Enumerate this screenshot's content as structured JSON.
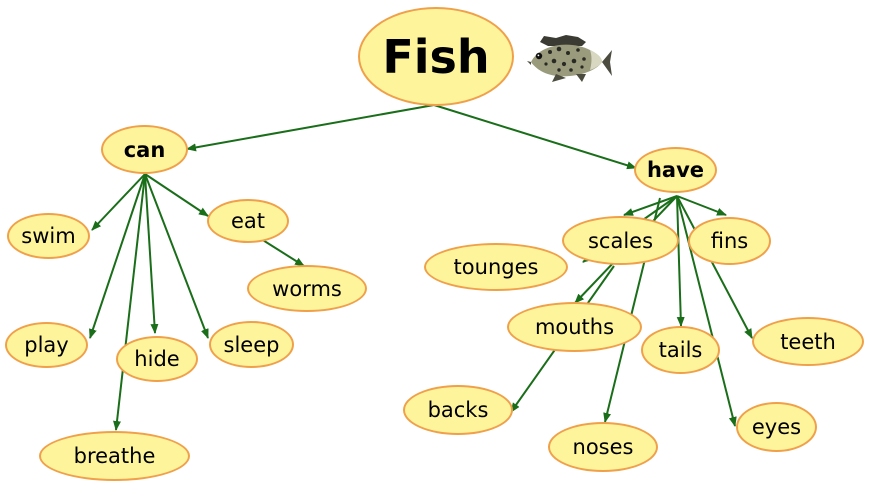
{
  "colors": {
    "node_fill": "#fdf49c",
    "node_border": "#f0a04a",
    "arrow": "#1a6e1a",
    "text": "#000000"
  },
  "nodes": {
    "fish": "Fish",
    "can": "can",
    "have": "have",
    "swim": "swim",
    "eat": "eat",
    "worms": "worms",
    "play": "play",
    "hide": "hide",
    "sleep": "sleep",
    "breathe": "breathe",
    "scales": "scales",
    "fins": "fins",
    "tounges": "tounges",
    "mouths": "mouths",
    "tails": "tails",
    "teeth": "teeth",
    "backs": "backs",
    "noses": "noses",
    "eyes": "eyes"
  },
  "image": {
    "icon": "fish-photo-icon"
  }
}
